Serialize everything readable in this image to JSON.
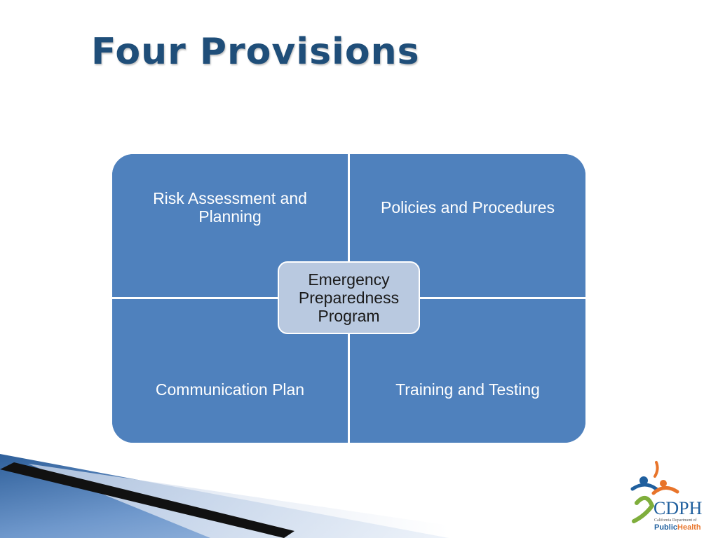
{
  "slide": {
    "title": "Four Provisions"
  },
  "diagram": {
    "center": "Emergency Preparedness Program",
    "quadrants": {
      "top_left": "Risk Assessment and Planning",
      "top_right": "Policies and Procedures",
      "bottom_left": "Communication Plan",
      "bottom_right": "Training and Testing"
    }
  },
  "logo": {
    "acronym": "CDPH",
    "org_line": "California Department of",
    "public": "Public",
    "health": "Health"
  },
  "colors": {
    "title": "#1f4e79",
    "quadrant_fill": "#4f81bd",
    "center_fill": "#b9c9e0",
    "logo_blue": "#1f5f9e",
    "logo_orange": "#e8742a",
    "logo_green": "#7fae3c"
  }
}
